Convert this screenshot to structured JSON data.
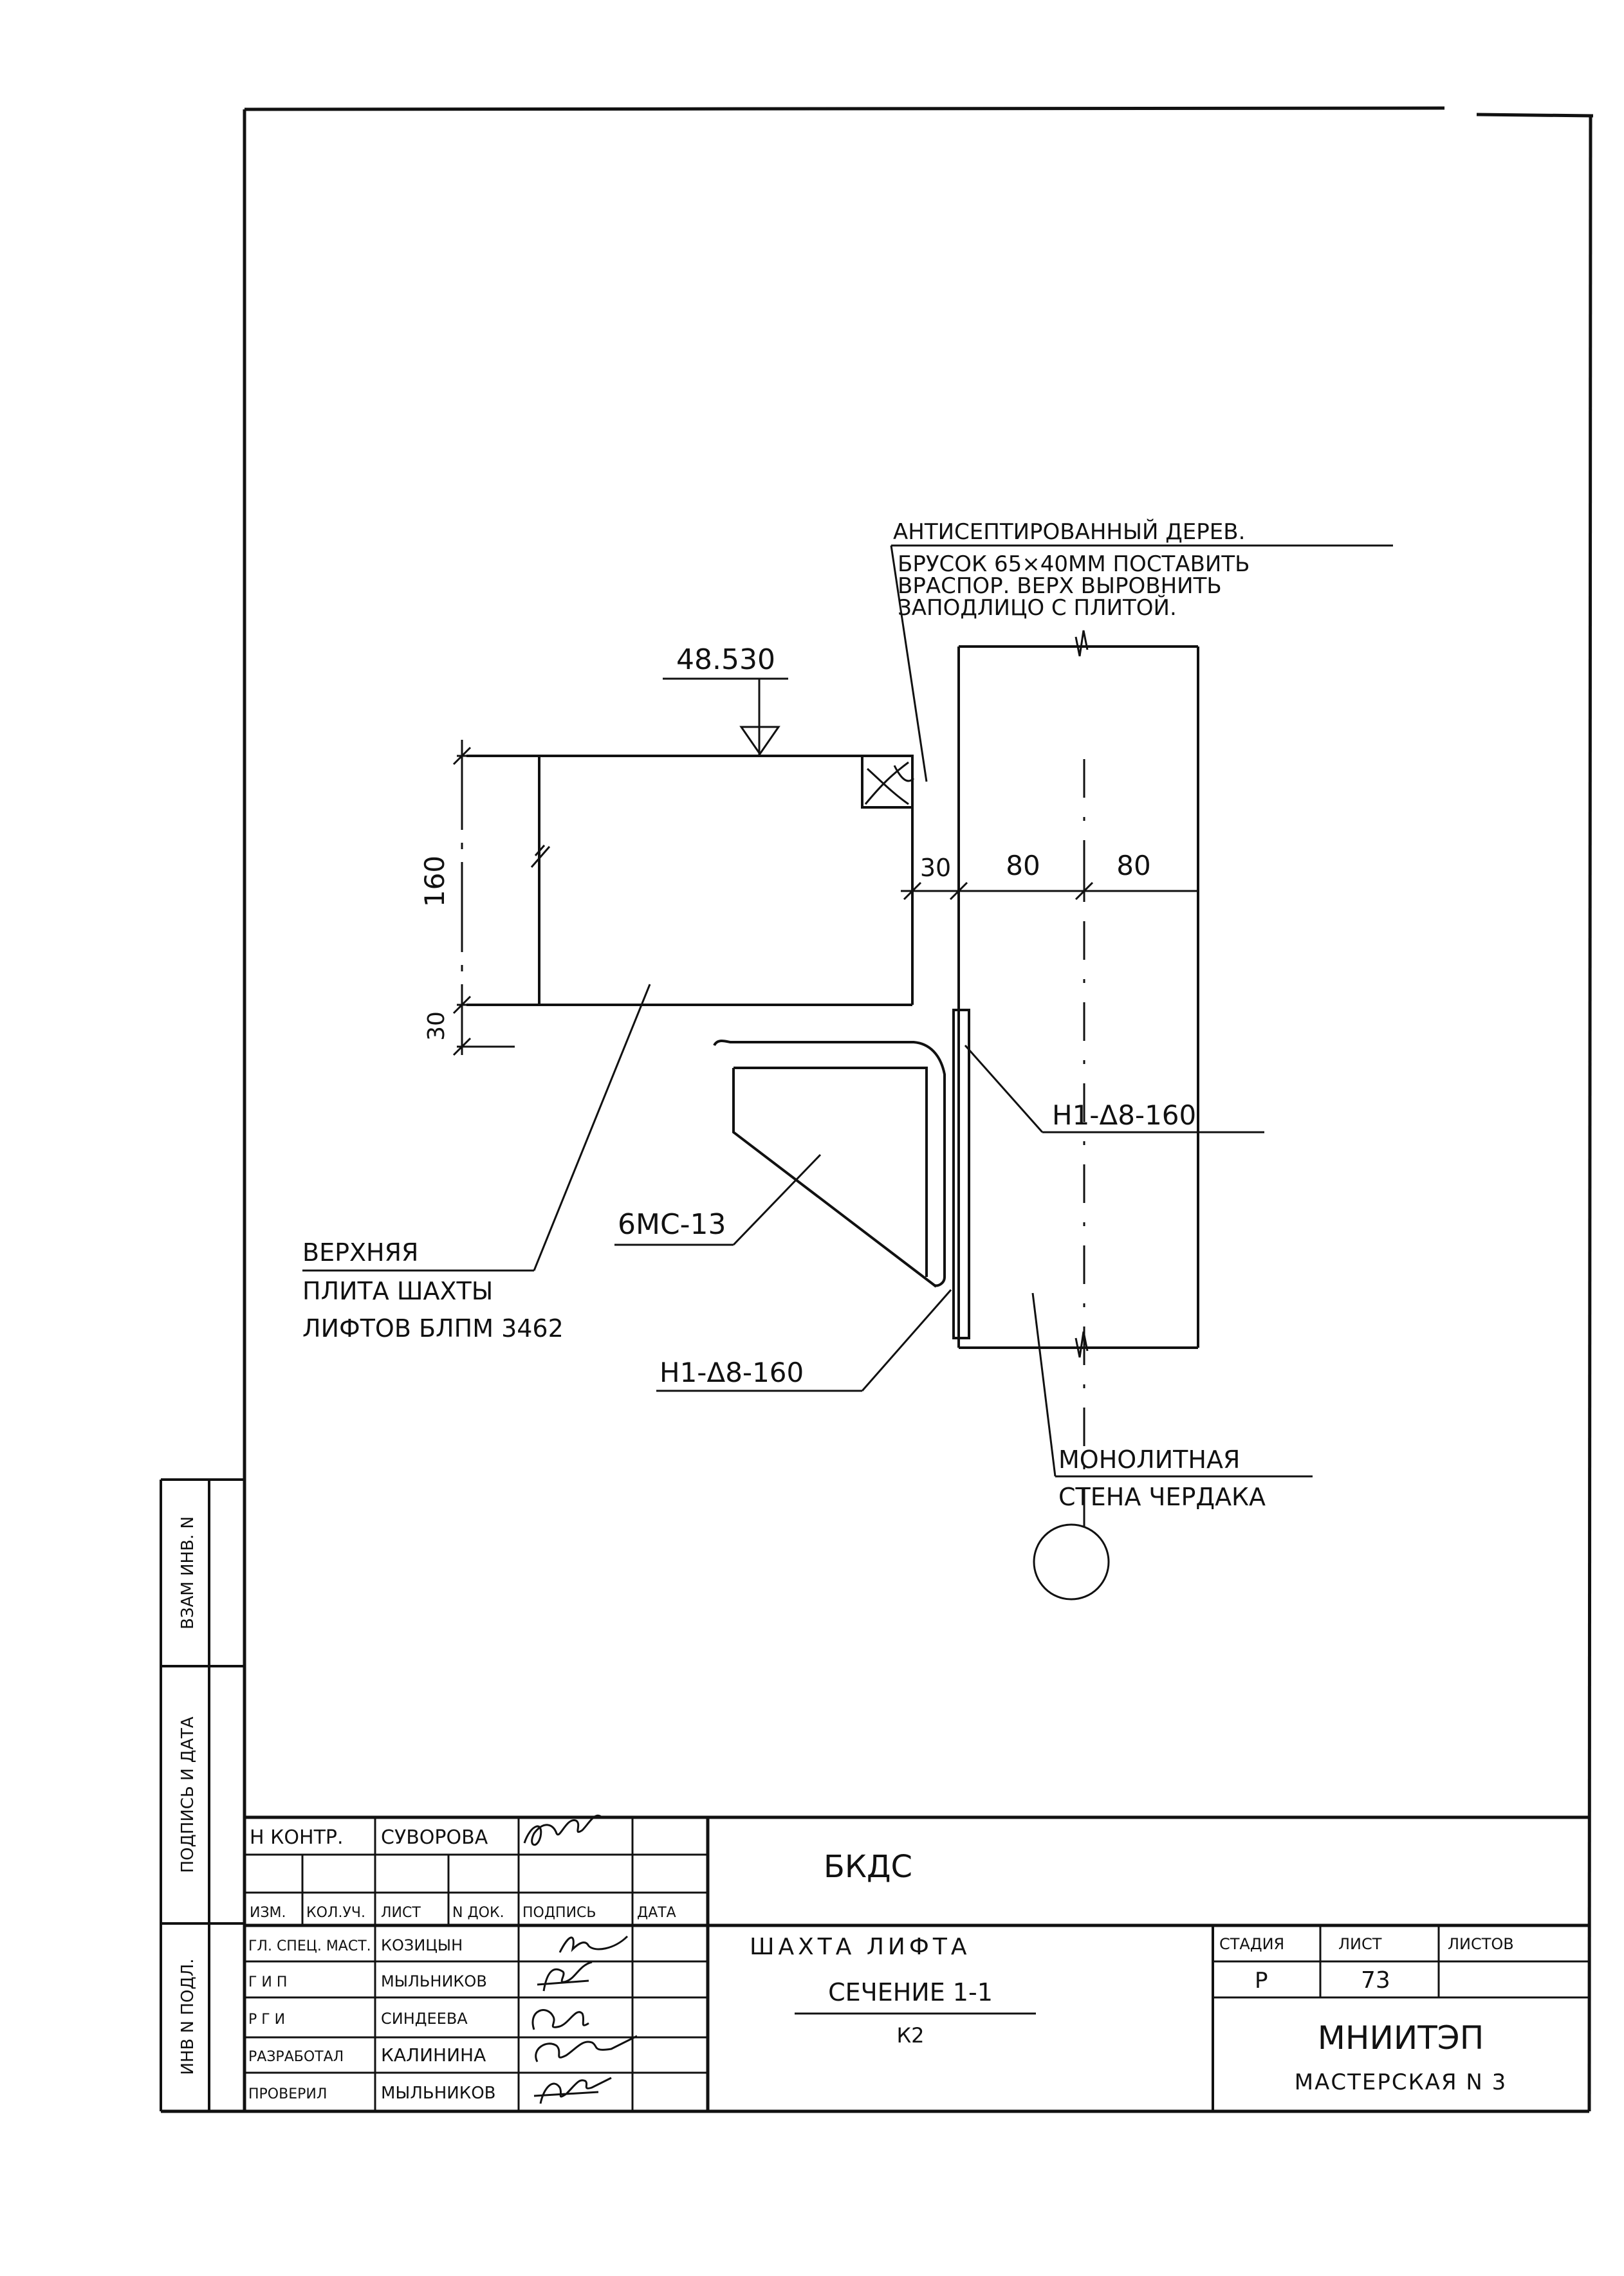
{
  "drawing": {
    "elevation_mark": "48.530",
    "note_timber": [
      "АНТИСЕПТИРОВАННЫЙ ДЕРЕВ.",
      "БРУСОК 65×40ММ ПОСТАВИТЬ",
      "ВРАСПОР. ВЕРХ ВЫРОВНИТЬ",
      "ЗАПОДЛИЦО С ПЛИТОЙ."
    ],
    "dim_160": "160",
    "dim_30_vertical": "30",
    "dim_30": "30",
    "dim_80_left": "80",
    "dim_80_right": "80",
    "slab_label": [
      "ВЕРХНЯЯ",
      "ПЛИТА ШАХТЫ",
      "ЛИФТОВ БЛПМ 3462"
    ],
    "bracket_label": "6МС-13",
    "anchor_top_label": "Н1-Δ8-160",
    "anchor_bottom_label": "Н1-Δ8-160",
    "wall_label": [
      "МОНОЛИТНАЯ",
      "СТЕНА ЧЕРДАКА"
    ]
  },
  "side_strip": {
    "cells": [
      "ВЗАМ ИНВ. N",
      "ПОДПИСЬ И ДАТА",
      "ИНВ N ПОДЛ."
    ]
  },
  "title_block": {
    "norm_control_role": "Н КОНТР.",
    "norm_control_name": "СУВОРОВА",
    "headers": [
      "ИЗМ.",
      "КОЛ.УЧ.",
      "ЛИСТ",
      "N ДОК.",
      "ПОДПИСЬ",
      "ДАТА"
    ],
    "people": [
      {
        "role": "ГЛ. СПЕЦ. МАСТ.",
        "name": "КОЗИЦЫН"
      },
      {
        "role": "Г И П",
        "name": "МЫЛЬНИКОВ"
      },
      {
        "role": "Р Г И",
        "name": "СИНДЕЕВА"
      },
      {
        "role": "РАЗРАБОТАЛ",
        "name": "КАЛИНИНА"
      },
      {
        "role": "ПРОВЕРИЛ",
        "name": "МЫЛЬНИКОВ"
      }
    ],
    "project_code": "БКДС",
    "title_line1": "ШАХТА ЛИФТА",
    "title_line2": "СЕЧЕНИЕ 1-1",
    "title_line3": "К2",
    "stage_header": "СТАДИЯ",
    "sheet_header": "ЛИСТ",
    "sheets_header": "ЛИСТОВ",
    "stage_value": "Р",
    "sheet_value": "73",
    "sheets_value": "",
    "org_name": "МНИИТЭП",
    "org_sub": "МАСТЕРСКАЯ N 3"
  }
}
